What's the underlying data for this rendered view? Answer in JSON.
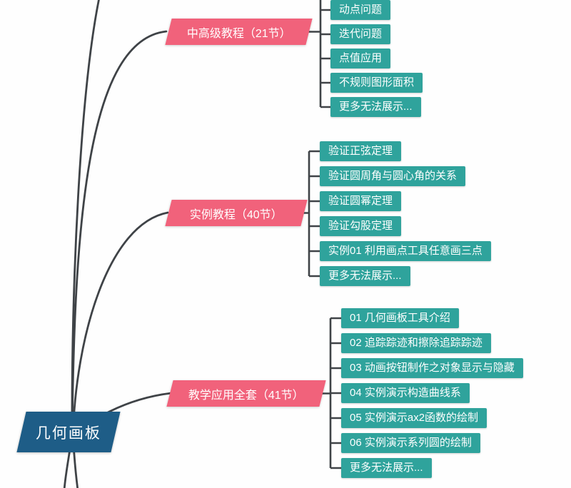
{
  "root": {
    "label": "几何画板"
  },
  "branches": [
    {
      "label": "中高级教程（21节）",
      "children": [
        "动点问题",
        "迭代问题",
        "点值应用",
        "不规则图形面积",
        "更多无法展示..."
      ]
    },
    {
      "label": "实例教程（40节）",
      "children": [
        "验证正弦定理",
        "验证圆周角与圆心角的关系",
        "验证圆幂定理",
        "验证勾股定理",
        "实例01 利用画点工具任意画三点",
        "更多无法展示..."
      ]
    },
    {
      "label": "教学应用全套（41节）",
      "children": [
        "01 几何画板工具介绍",
        "02 追踪踪迹和擦除追踪踪迹",
        "03 动画按钮制作之对象显示与隐藏",
        "04 实例演示构造曲线系",
        "05 实例演示ax2函数的绘制",
        "06 实例演示系列圆的绘制",
        "更多无法展示..."
      ]
    }
  ],
  "colors": {
    "root_node": "#1e5d87",
    "branch_node": "#f1627b",
    "child_node": "#2fa39c",
    "connector": "#3f4347",
    "text": "#ffffff"
  }
}
